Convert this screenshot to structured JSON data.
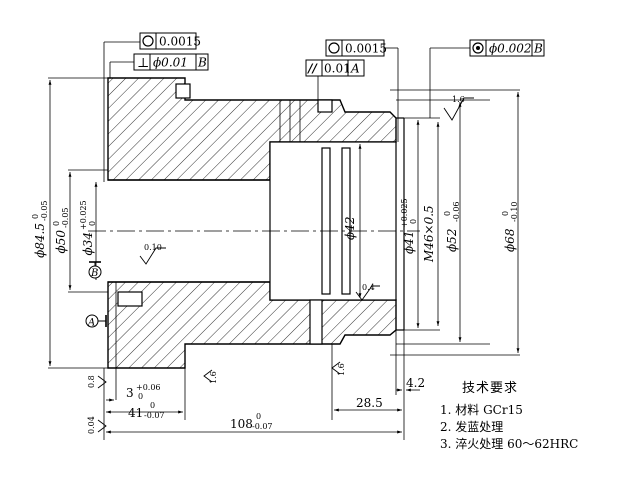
{
  "feature_control_frames": [
    {
      "id": "roundness-1",
      "symbol": "circle",
      "tolerance": "0.0015"
    },
    {
      "id": "perpendicularity",
      "symbol": "⊥",
      "tolerance": "ϕ0.01",
      "datum": "B"
    },
    {
      "id": "roundness-2",
      "symbol": "circle",
      "tolerance": "0.0015"
    },
    {
      "id": "parallelism",
      "symbol": "//",
      "tolerance": "0.01",
      "datum": "A"
    },
    {
      "id": "concentricity",
      "symbol": "concentric",
      "tolerance": "ϕ0.002",
      "datum": "B"
    }
  ],
  "datums": {
    "a": "A",
    "b": "B"
  },
  "diameters": {
    "d84": {
      "base": "ϕ84.5",
      "up": "0",
      "low": "-0.05"
    },
    "d50": {
      "base": "ϕ50",
      "up": "0",
      "low": "-0.05"
    },
    "d34": {
      "base": "ϕ34",
      "up": "+0.025",
      "low": "0"
    },
    "d42": {
      "base": "ϕ42"
    },
    "d41": {
      "base": "ϕ41",
      "up": "+0.025",
      "low": "0"
    },
    "m46": {
      "base": "M46×0.5"
    },
    "d52": {
      "base": "ϕ52",
      "up": "0",
      "low": "-0.06"
    },
    "d68": {
      "base": "ϕ68",
      "up": "0",
      "low": "-0.10"
    }
  },
  "lengths": {
    "l3": {
      "base": "3",
      "up": "+0.06",
      "low": "0"
    },
    "l41": {
      "base": "41",
      "up": "0",
      "low": "-0.07"
    },
    "l108": {
      "base": "108",
      "up": "0",
      "low": "-0.07"
    },
    "l285": "28.5",
    "l42": "4.2"
  },
  "surface_finish": {
    "s16_top": "1.6",
    "s010": "0.10",
    "s04": "0.4",
    "s08": "0.8",
    "s16_left": "1.6",
    "s16_right": "1.6",
    "s004": "0.04"
  },
  "tech_notes": {
    "title": "技术要求",
    "items": [
      "1. 材料 GCr15",
      "2. 发蓝处理",
      "3. 淬火处理 60～62HRC"
    ]
  }
}
